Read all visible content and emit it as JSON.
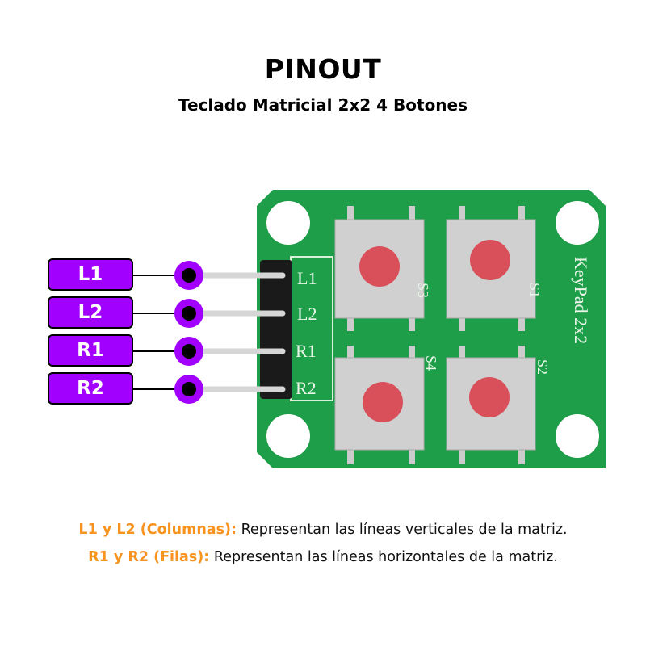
{
  "header": {
    "title": "PINOUT",
    "subtitle": "Teclado Matricial 2x2 4 Botones"
  },
  "pins": [
    {
      "label": "L1"
    },
    {
      "label": "L2"
    },
    {
      "label": "R1"
    },
    {
      "label": "R2"
    }
  ],
  "board": {
    "name": "KeyPad 2x2",
    "silkscreen_pins": [
      "L1",
      "L2",
      "R1",
      "R2"
    ],
    "switch_labels": [
      "S3",
      "S1",
      "S4",
      "S2"
    ],
    "colors": {
      "pcb": "#1f9e4a",
      "pin_label": "#a100ff",
      "button": "#d9505a",
      "accent": "#f7931e"
    }
  },
  "descriptions": [
    {
      "key": "L1 y L2 (Columnas):",
      "text": " Representan las líneas verticales de la matriz."
    },
    {
      "key": "R1 y R2 (Filas):",
      "text": " Representan las líneas horizontales de la matriz."
    }
  ]
}
